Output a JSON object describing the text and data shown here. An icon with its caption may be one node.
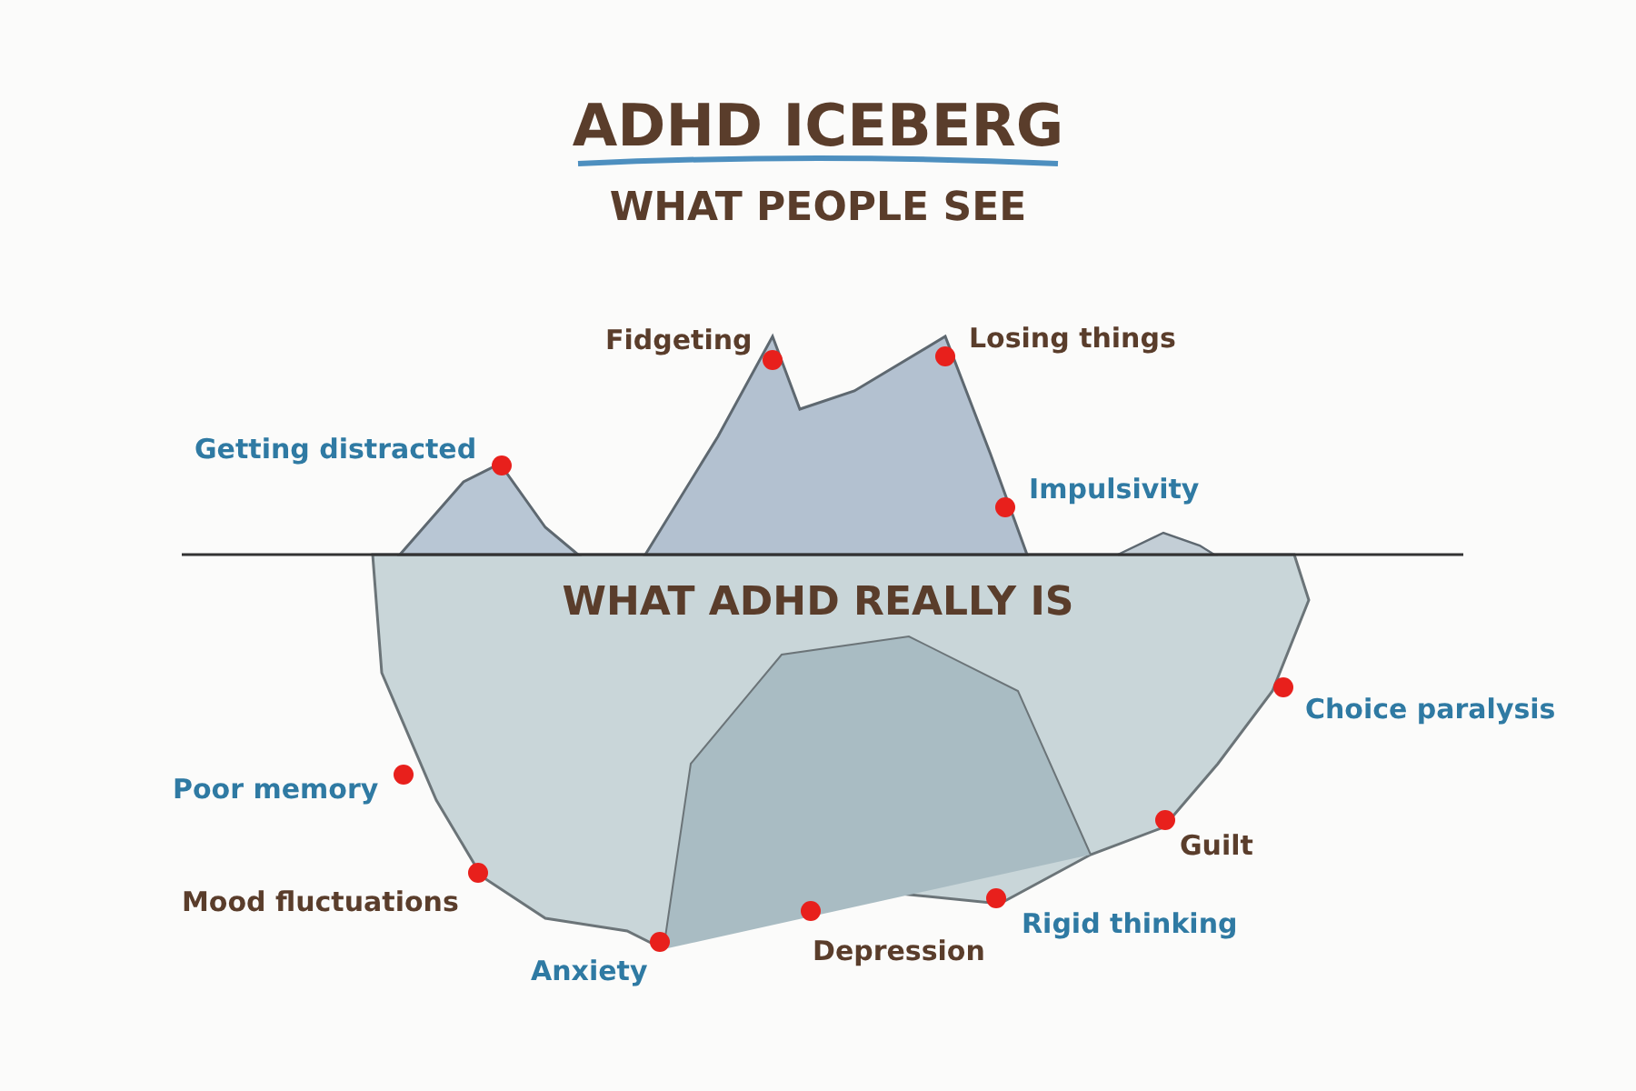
{
  "diagram": {
    "title": "ADHD ICEBERG",
    "labels": [
      "WHAT PEOPLE SEE",
      "Fidgeting",
      "Losing things",
      "Getting distracted",
      "Impulsivity",
      "WHAT ADHD REALLY IS",
      "Choice paralysis",
      "Poor memory",
      "Guilt",
      "Mood fluctuations",
      "Rigid thinking",
      "Depression",
      "Anxiety"
    ]
  }
}
